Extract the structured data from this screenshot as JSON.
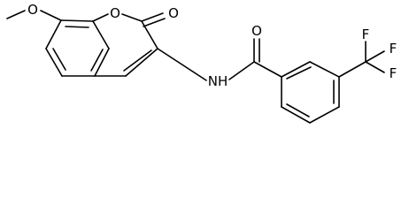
{
  "molecule": {
    "atoms": {
      "methoxy_o": "O",
      "ring_o": "O",
      "carbonyl_o": "O",
      "amide_o": "O",
      "amide_nh": "NH",
      "f1": "F",
      "f2": "F",
      "f3": "F"
    }
  }
}
